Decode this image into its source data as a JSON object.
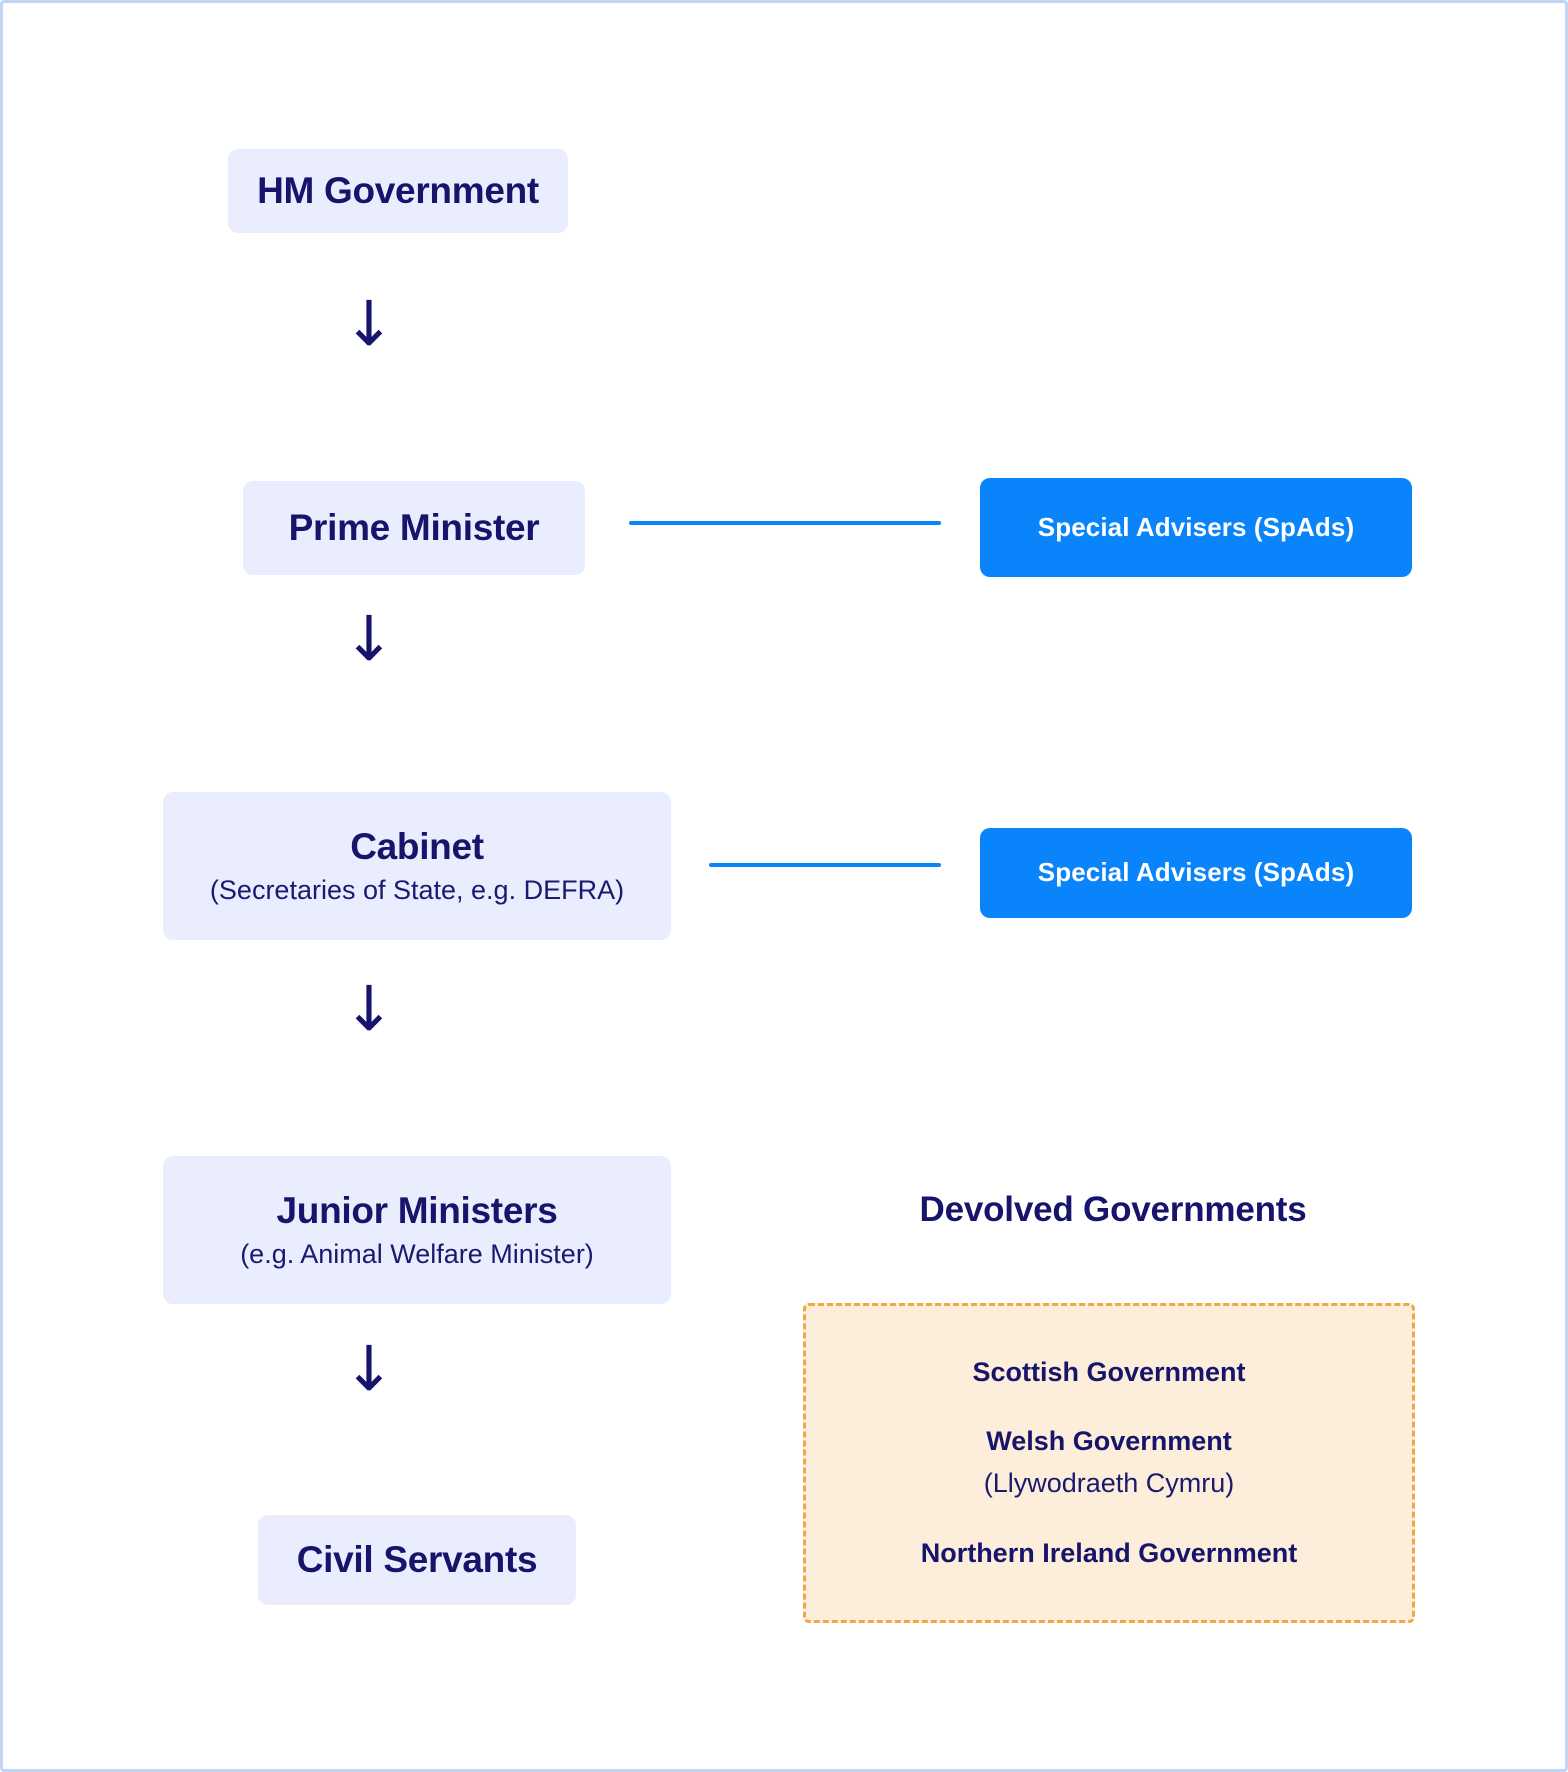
{
  "diagram": {
    "title_hidden": "UK Government structure flow chart",
    "colors": {
      "light_box_bg": "#e9edfd",
      "blue_box_bg": "#0a84fb",
      "navy_text": "#16146b",
      "cream_panel_bg": "#fceedb",
      "dashed_border": "#efa845",
      "page_border": "#c3d4f7"
    },
    "chain": [
      {
        "label": "HM Government",
        "sublabel": ""
      },
      {
        "label": "Prime Minister",
        "sublabel": ""
      },
      {
        "label": "Cabinet",
        "sublabel": "(Secretaries of State, e.g. DEFRA)"
      },
      {
        "label": "Junior Ministers",
        "sublabel": "(e.g. Animal Welfare Minister)"
      },
      {
        "label": "Civil Servants",
        "sublabel": ""
      }
    ],
    "arrows": [
      {
        "glyph": "↓",
        "name": "hm-government-to-prime-minister"
      },
      {
        "glyph": "↓",
        "name": "prime-minister-to-cabinet"
      },
      {
        "glyph": "↓",
        "name": "cabinet-to-junior-ministers"
      },
      {
        "glyph": "↓",
        "name": "junior-ministers-to-civil-servants"
      }
    ],
    "advisers": [
      {
        "label": "Special Advisers (SpAds)",
        "attached_to": "Prime Minister"
      },
      {
        "label": "Special Advisers (SpAds)",
        "attached_to": "Cabinet"
      }
    ],
    "devolved": {
      "heading": "Devolved Governments",
      "entries": [
        {
          "name": "Scottish Government",
          "native": ""
        },
        {
          "name": "Welsh Government",
          "native": "(Llywodraeth Cymru)"
        },
        {
          "name": "Northern Ireland Government",
          "native": ""
        }
      ]
    }
  }
}
